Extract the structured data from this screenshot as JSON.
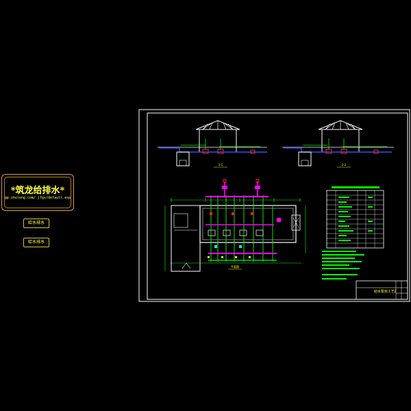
{
  "logo": {
    "title": "*筑龙给排水*",
    "url": "gp.zhulong.com/ jfgs/default.asp"
  },
  "nav": {
    "button_1": "给水排水",
    "button_2": "给水排水"
  },
  "drawing": {
    "title_block_text": "给水泵房工艺图"
  },
  "colors": {
    "background": "#000000",
    "frame": "#ffffff",
    "pipe_green": "#00ff00",
    "pipe_magenta": "#ff00ff",
    "pipe_blue": "#3050ff",
    "accent_yellow": "#ffff00",
    "accent_cyan": "#00ffff",
    "accent_red": "#ff2020"
  }
}
